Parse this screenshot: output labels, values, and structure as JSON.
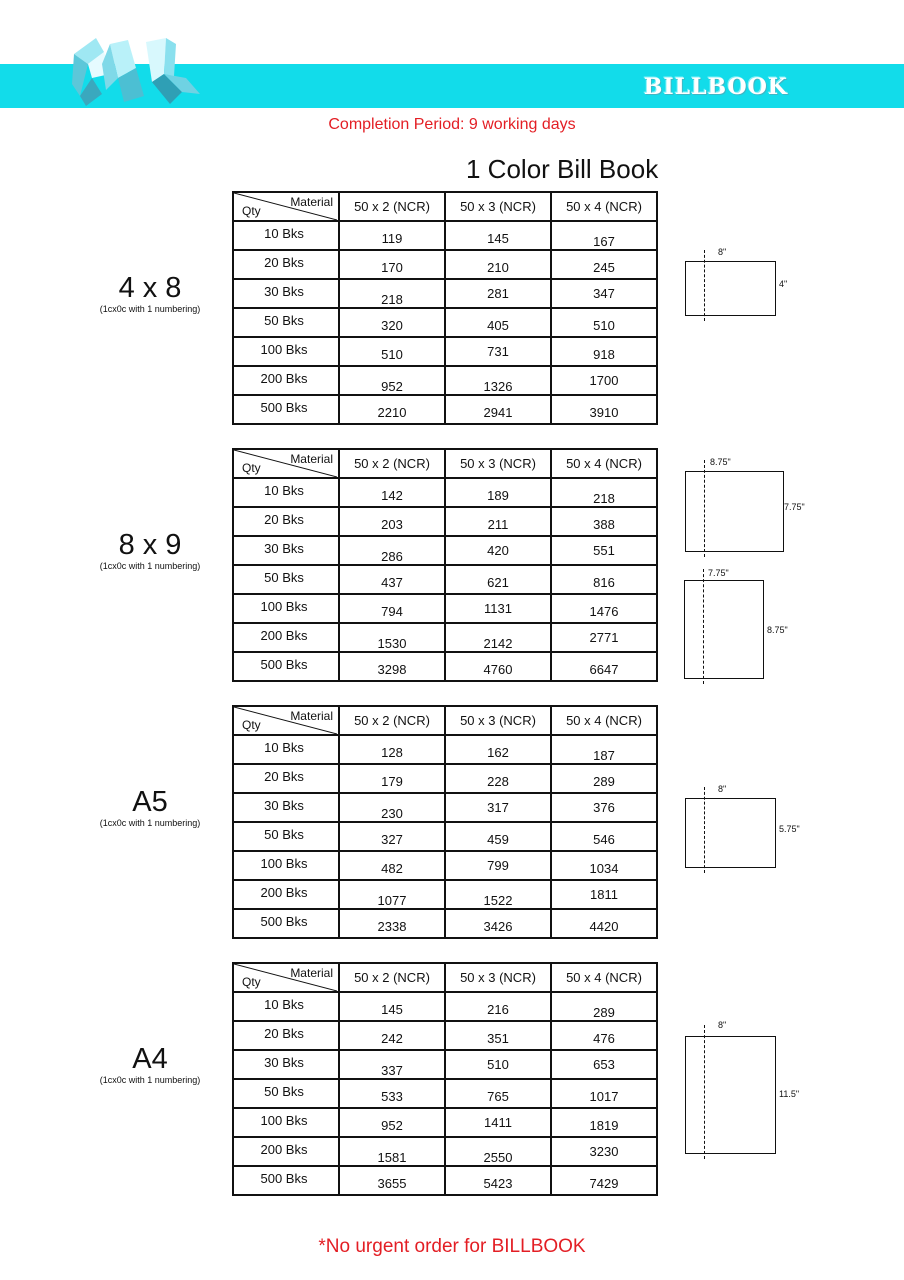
{
  "header": {
    "brand_title": "BILLBOOK",
    "band_color": "#12dcea"
  },
  "subtitle": "Completion Period: 9 working days",
  "main_title": "1 Color Bill Book",
  "table_header": {
    "material": "Material",
    "qty": "Qty",
    "columns": [
      "50 x 2 (NCR)",
      "50 x 3 (NCR)",
      "50 x 4 (NCR)"
    ]
  },
  "quantities": [
    "10 Bks",
    "20 Bks",
    "30 Bks",
    "50 Bks",
    "100 Bks",
    "200 Bks",
    "500 Bks"
  ],
  "sections": [
    {
      "size": "4 x 8",
      "note": "(1cx0c with 1 numbering)",
      "prices": [
        [
          "119",
          "145",
          "167"
        ],
        [
          "170",
          "210",
          "245"
        ],
        [
          "218",
          "281",
          "347"
        ],
        [
          "320",
          "405",
          "510"
        ],
        [
          "510",
          "731",
          "918"
        ],
        [
          "952",
          "1326",
          "1700"
        ],
        [
          "2210",
          "2941",
          "3910"
        ]
      ],
      "dims": {
        "width": "8\"",
        "height": "4\""
      }
    },
    {
      "size": "8 x 9",
      "note": "(1cx0c with 1 numbering)",
      "prices": [
        [
          "142",
          "189",
          "218"
        ],
        [
          "203",
          "211",
          "388"
        ],
        [
          "286",
          "420",
          "551"
        ],
        [
          "437",
          "621",
          "816"
        ],
        [
          "794",
          "1131",
          "1476"
        ],
        [
          "1530",
          "2142",
          "2771"
        ],
        [
          "3298",
          "4760",
          "6647"
        ]
      ],
      "dims": {
        "width": "8.75\"",
        "height": "7.75\"",
        "width2": "7.75\"",
        "height2": "8.75\""
      }
    },
    {
      "size": "A5",
      "note": "(1cx0c with 1 numbering)",
      "prices": [
        [
          "128",
          "162",
          "187"
        ],
        [
          "179",
          "228",
          "289"
        ],
        [
          "230",
          "317",
          "376"
        ],
        [
          "327",
          "459",
          "546"
        ],
        [
          "482",
          "799",
          "1034"
        ],
        [
          "1077",
          "1522",
          "1811"
        ],
        [
          "2338",
          "3426",
          "4420"
        ]
      ],
      "dims": {
        "width": "8\"",
        "height": "5.75\""
      }
    },
    {
      "size": "A4",
      "note": "(1cx0c with 1 numbering)",
      "prices": [
        [
          "145",
          "216",
          "289"
        ],
        [
          "242",
          "351",
          "476"
        ],
        [
          "337",
          "510",
          "653"
        ],
        [
          "533",
          "765",
          "1017"
        ],
        [
          "952",
          "1411",
          "1819"
        ],
        [
          "1581",
          "2550",
          "3230"
        ],
        [
          "3655",
          "5423",
          "7429"
        ]
      ],
      "dims": {
        "width": "8\"",
        "height": "11.5\""
      }
    }
  ],
  "footer_note": "*No urgent order for BILLBOOK",
  "colors": {
    "accent_red": "#e31e24",
    "band": "#12dcea"
  }
}
